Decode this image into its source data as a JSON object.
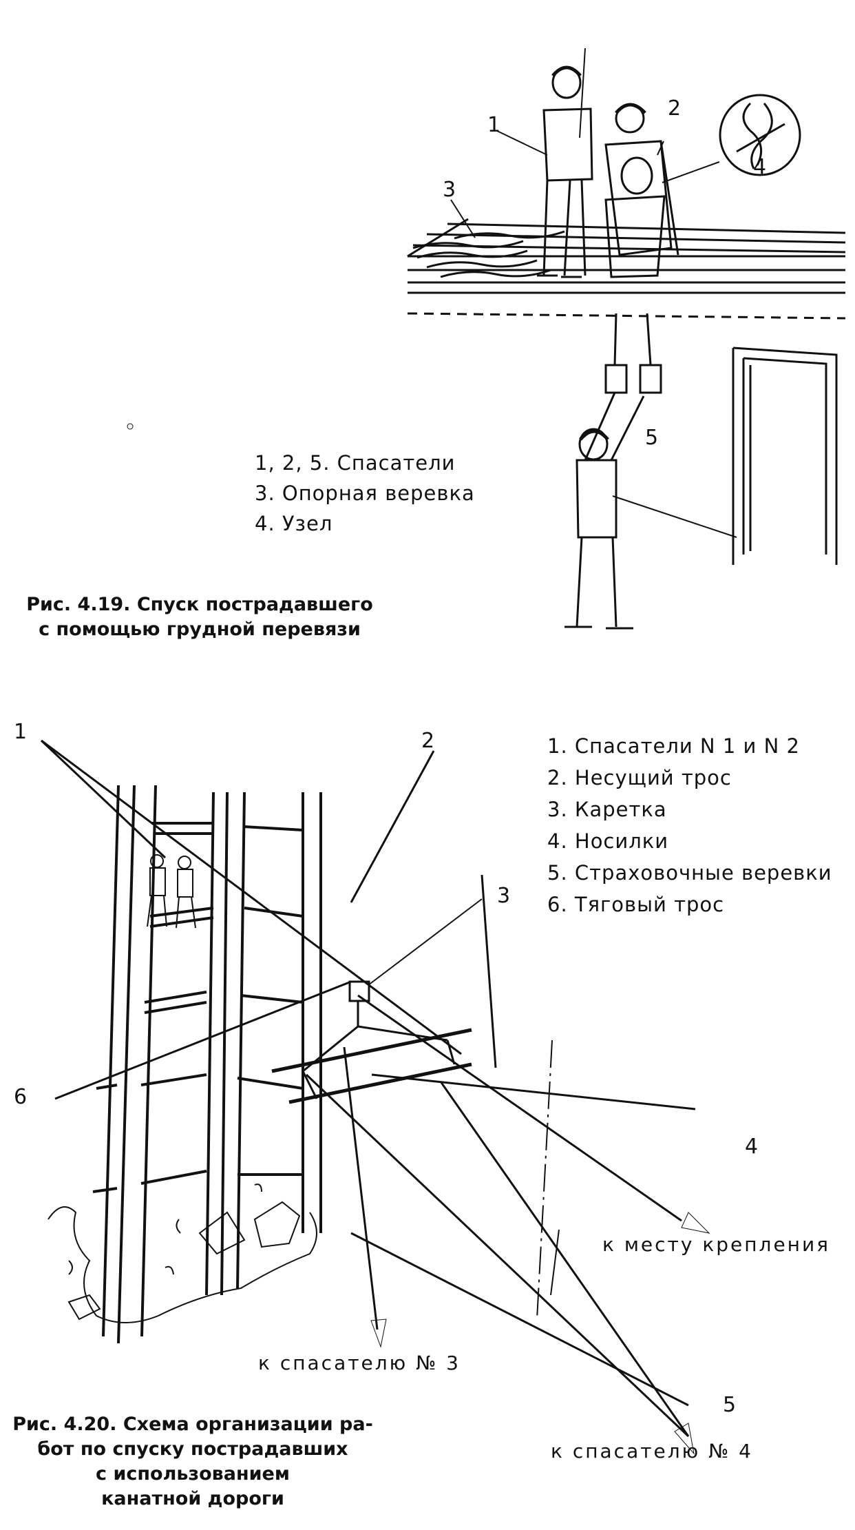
{
  "fig419": {
    "callouts": [
      "1",
      "2",
      "3",
      "4",
      "5"
    ],
    "legend": [
      "1, 2, 5. Спасатели",
      "3. Опорная веревка",
      "4.  Узел"
    ],
    "caption": [
      "Рис. 4.19. Спуск пострадавшего",
      "с помощью грудной перевязи"
    ]
  },
  "fig420": {
    "callouts": [
      "1",
      "2",
      "3",
      "4",
      "5",
      "6"
    ],
    "legend": [
      "1. Спасатели N 1 и N 2",
      "2. Несущий трос",
      "3. Каретка",
      "4. Носилки",
      "5. Страховочные веревки",
      "6. Тяговый трос"
    ],
    "notes": {
      "anchor": "к месту крепления",
      "rescuer3": "к спасателю № 3",
      "rescuer4": "к спасателю № 4"
    },
    "caption": [
      "Рис. 4.20. Схема организации ра-",
      "бот по спуску пострадавших",
      "с использованием",
      "канатной дороги"
    ]
  }
}
